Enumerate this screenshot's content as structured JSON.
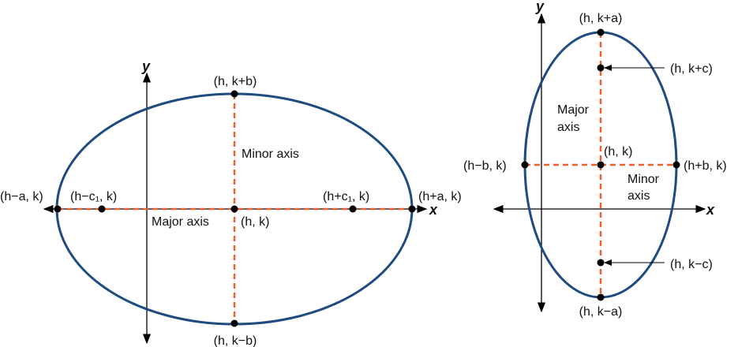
{
  "colors": {
    "ellipse": "#1e4b80",
    "dashes": "#e8602c",
    "axis": "#000000"
  },
  "left_diagram": {
    "x_axis_label": "x",
    "y_axis_label": "y",
    "labels": {
      "top": "(h, k+b)",
      "bottom": "(h, k−b)",
      "left_vertex": "(h−a, k)",
      "left_focus": "(h−c₁, k)",
      "right_focus": "(h+c₁, k)",
      "right_vertex": "(h+a, k)",
      "center": "(h, k)",
      "minor_axis": "Minor axis",
      "major_axis": "Major axis"
    }
  },
  "right_diagram": {
    "x_axis_label": "x",
    "y_axis_label": "y",
    "labels": {
      "top": "(h, k+a)",
      "upper_focus": "(h, k+c)",
      "center": "(h, k)",
      "left_covertex": "(h−b, k)",
      "right_covertex": "(h+b, k)",
      "lower_focus": "(h, k−c)",
      "bottom": "(h, k−a)",
      "major_line1": "Major",
      "major_line2": "axis",
      "minor_line1": "Minor",
      "minor_line2": "axis"
    }
  }
}
